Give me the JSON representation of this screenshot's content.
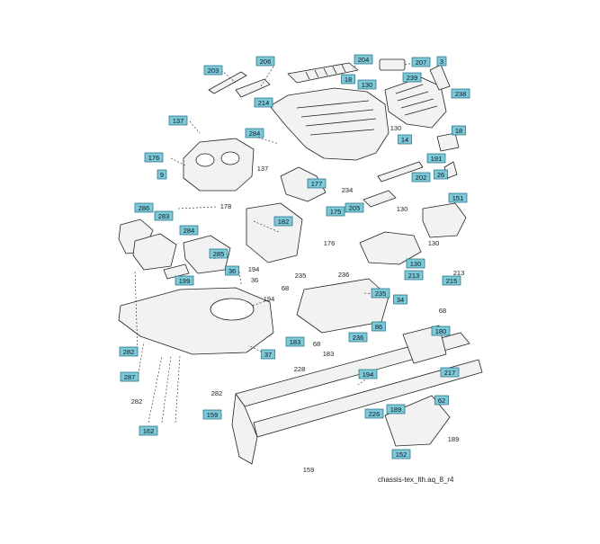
{
  "diagram": {
    "caption": "chassis-tex_lth.aq_8_r4",
    "colors": {
      "callout_bg": "#7ec8d8",
      "callout_border": "#1a6a82",
      "line": "#222222",
      "part_fill": "#f2f2f2"
    },
    "callouts_boxed": [
      {
        "label": "203"
      },
      {
        "label": "206"
      },
      {
        "label": "204"
      },
      {
        "label": "207"
      },
      {
        "label": "3"
      },
      {
        "label": "239"
      },
      {
        "label": "238"
      },
      {
        "label": "18"
      },
      {
        "label": "130"
      },
      {
        "label": "214"
      },
      {
        "label": "137"
      },
      {
        "label": "284"
      },
      {
        "label": "14"
      },
      {
        "label": "18"
      },
      {
        "label": "176"
      },
      {
        "label": "191"
      },
      {
        "label": "9"
      },
      {
        "label": "26"
      },
      {
        "label": "202"
      },
      {
        "label": "177"
      },
      {
        "label": "175"
      },
      {
        "label": "205"
      },
      {
        "label": "151"
      },
      {
        "label": "286"
      },
      {
        "label": "283"
      },
      {
        "label": "182"
      },
      {
        "label": "284"
      },
      {
        "label": "130"
      },
      {
        "label": "285"
      },
      {
        "label": "36"
      },
      {
        "label": "199"
      },
      {
        "label": "213"
      },
      {
        "label": "215"
      },
      {
        "label": "235"
      },
      {
        "label": "34"
      },
      {
        "label": "86"
      },
      {
        "label": "180"
      },
      {
        "label": "183"
      },
      {
        "label": "236"
      },
      {
        "label": "282"
      },
      {
        "label": "37"
      },
      {
        "label": "287"
      },
      {
        "label": "194"
      },
      {
        "label": "217"
      },
      {
        "label": "62"
      },
      {
        "label": "159"
      },
      {
        "label": "226"
      },
      {
        "label": "189"
      },
      {
        "label": "162"
      },
      {
        "label": "152"
      }
    ],
    "callouts_plain": [
      {
        "label": "130"
      },
      {
        "label": "137"
      },
      {
        "label": "178"
      },
      {
        "label": "234"
      },
      {
        "label": "130"
      },
      {
        "label": "130"
      },
      {
        "label": "176"
      },
      {
        "label": "194"
      },
      {
        "label": "36"
      },
      {
        "label": "194"
      },
      {
        "label": "235"
      },
      {
        "label": "236"
      },
      {
        "label": "68"
      },
      {
        "label": "213"
      },
      {
        "label": "68"
      },
      {
        "label": "68"
      },
      {
        "label": "183"
      },
      {
        "label": "228"
      },
      {
        "label": "282"
      },
      {
        "label": "282"
      },
      {
        "label": "189"
      },
      {
        "label": "159"
      }
    ]
  }
}
